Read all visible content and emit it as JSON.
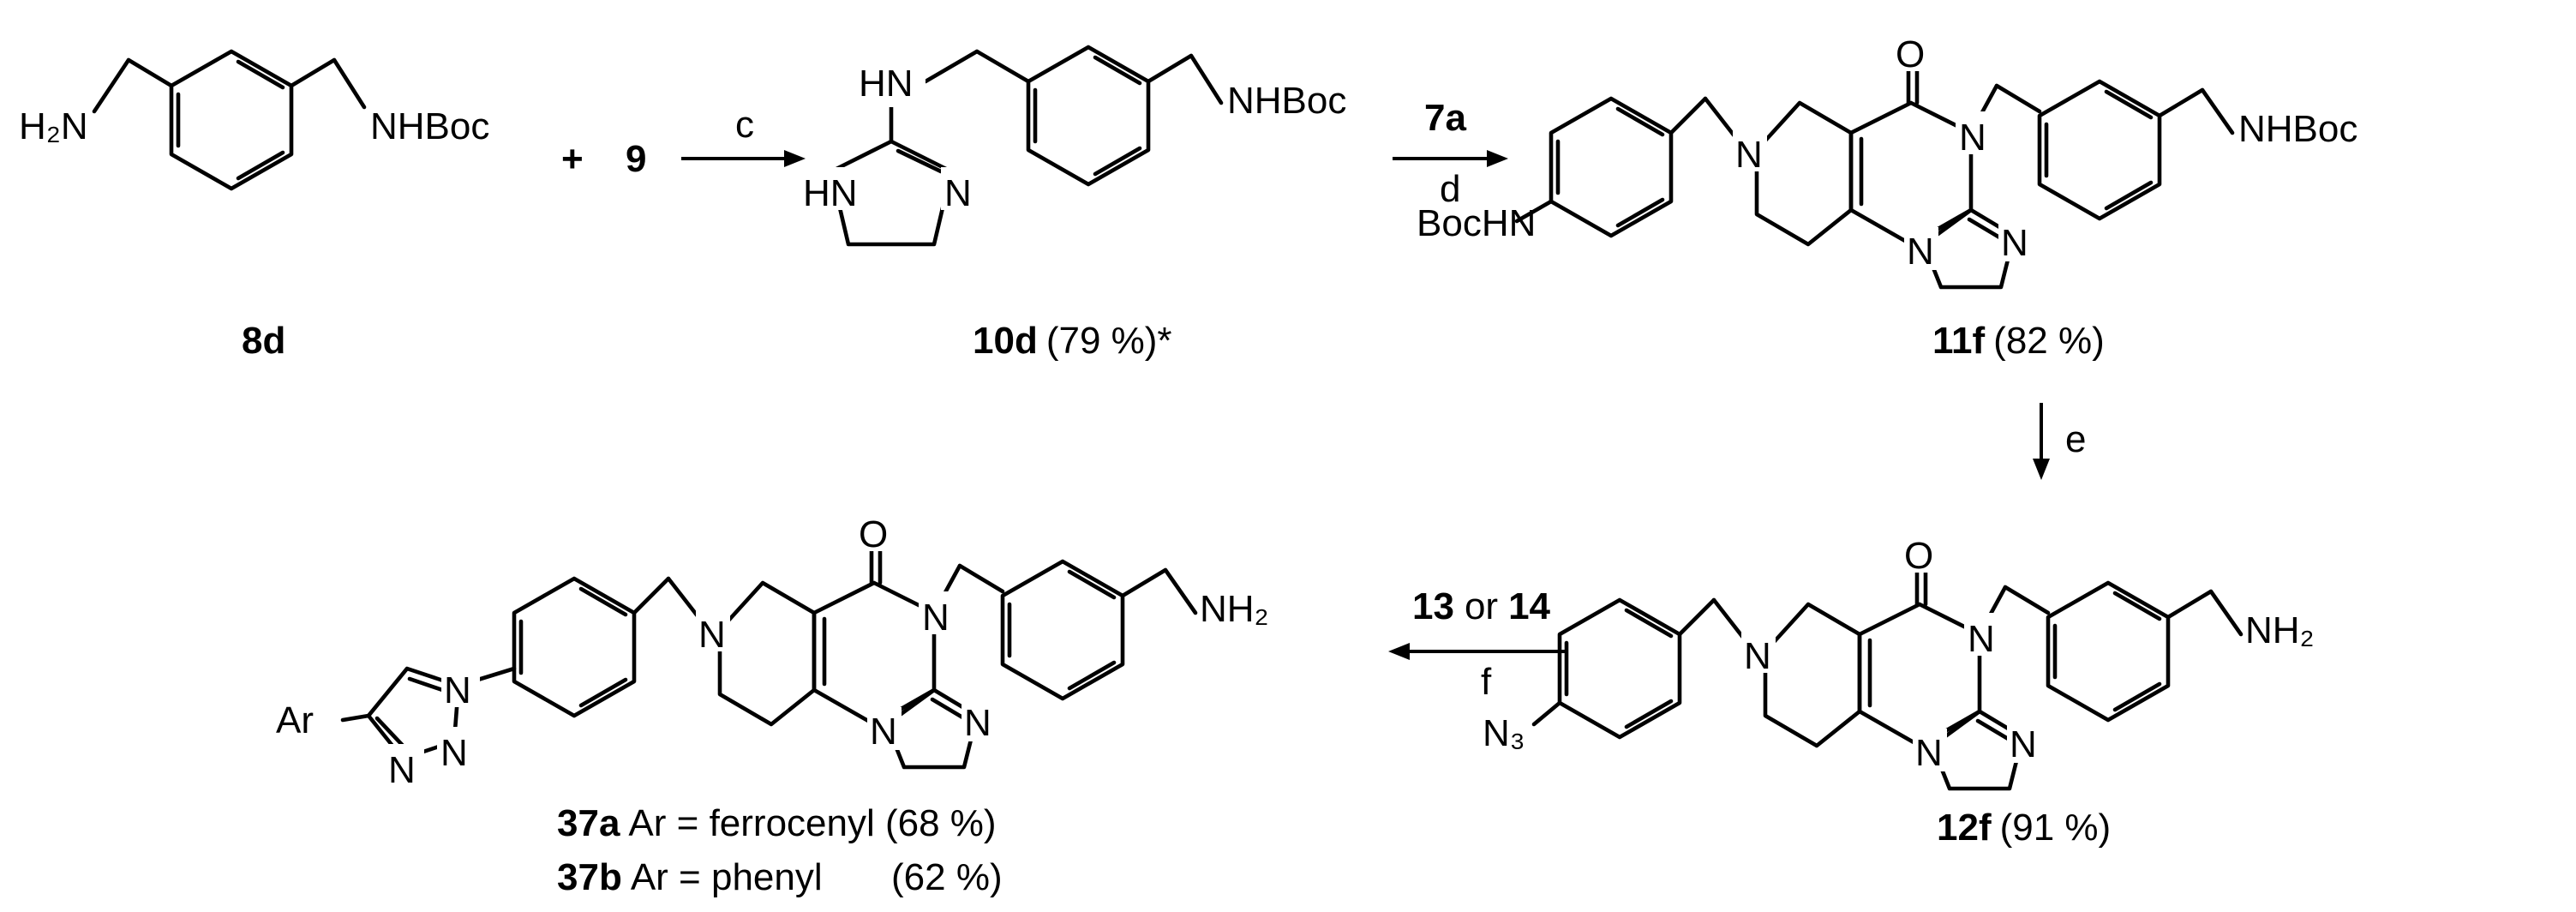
{
  "atoms": {
    "h2n": "H₂N",
    "nhboc": "NHBoc",
    "bochn": "BocHN",
    "nh2": "NH₂",
    "hn": "HN",
    "n": "N",
    "o": "O",
    "n3": "N₃",
    "ar": "Ar"
  },
  "reagents": {
    "plus": "+",
    "reactant_9": "9",
    "step_c": "c",
    "reagent_7a": "7a",
    "step_d": "d",
    "step_e": "e",
    "reagent_13": "13",
    "or": "or",
    "reagent_14": "14",
    "step_f": "f"
  },
  "compounds": {
    "c8d": {
      "id": "8d"
    },
    "c10d": {
      "id": "10d",
      "yield": "(79 %)*"
    },
    "c11f": {
      "id": "11f",
      "yield": "(82 %)"
    },
    "c12f": {
      "id": "12f",
      "yield": "(91 %)"
    },
    "c37a": {
      "id": "37a",
      "desc": "Ar = ferrocenyl (68 %)"
    },
    "c37b": {
      "id": "37b",
      "desc": "Ar = phenyl",
      "yield": "(62 %)"
    }
  }
}
